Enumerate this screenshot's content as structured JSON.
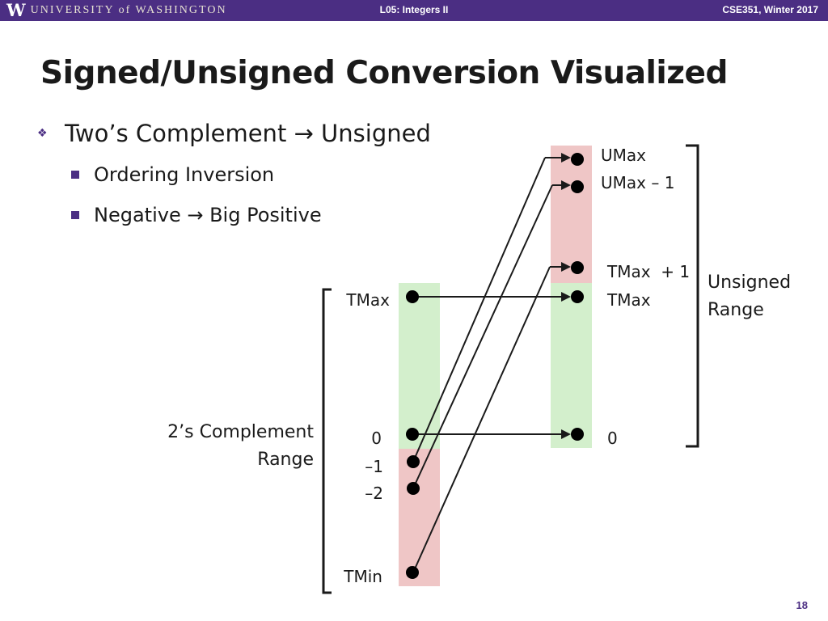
{
  "header": {
    "logo_letter": "W",
    "university": "UNIVERSITY of WASHINGTON",
    "lecture": "L05: Integers II",
    "course": "CSE351, Winter 2017"
  },
  "slide": {
    "title": "Signed/Unsigned Conversion Visualized",
    "bullet": "Two’s Complement → Unsigned",
    "sub_bullets": [
      "Ordering Inversion",
      "Negative → Big Positive"
    ],
    "page_number": "18"
  },
  "diagram": {
    "left_labels": {
      "tmax": "TMax",
      "zero": "0",
      "neg1": "–1",
      "neg2": "–2",
      "tmin": "TMin"
    },
    "left_bracket_label": [
      "2’s Complement",
      "Range"
    ],
    "right_labels": {
      "umax": "UMax",
      "umax_minus_1": "UMax – 1",
      "tmax_plus_1": "TMax  + 1",
      "tmax": "TMax",
      "zero": "0"
    },
    "right_bracket_label": [
      "Unsigned",
      "Range"
    ],
    "colors": {
      "positive_region": "#d3efcc",
      "negative_region": "#efc6c6",
      "header_purple": "#4b2e83"
    }
  }
}
